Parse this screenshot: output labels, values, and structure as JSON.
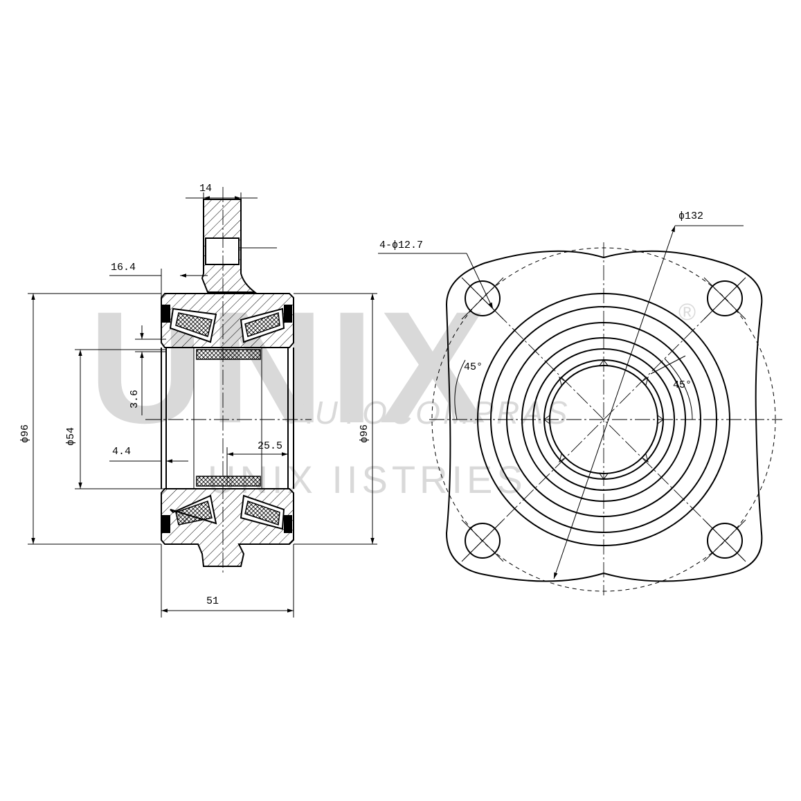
{
  "watermark": {
    "brand": "UNIX",
    "line1": "AUTOCOMPRAS",
    "line2": "UNIX IISTRIES",
    "registered": "®"
  },
  "section_view": {
    "dim_flange_thickness": "14",
    "dim_offset": "16.4",
    "dim_groove": "3.6",
    "dim_edge": "4.4",
    "dim_inner_dia": "ϕ54",
    "dim_outer_dia_left": "ϕ96",
    "dim_outer_dia_right": "ϕ96",
    "dim_center": "25.5",
    "dim_width": "51"
  },
  "front_view": {
    "dim_bolt_holes": "4-ϕ12.7",
    "dim_pcd": "ϕ132",
    "angle_left": "45°",
    "angle_right": "45°"
  }
}
